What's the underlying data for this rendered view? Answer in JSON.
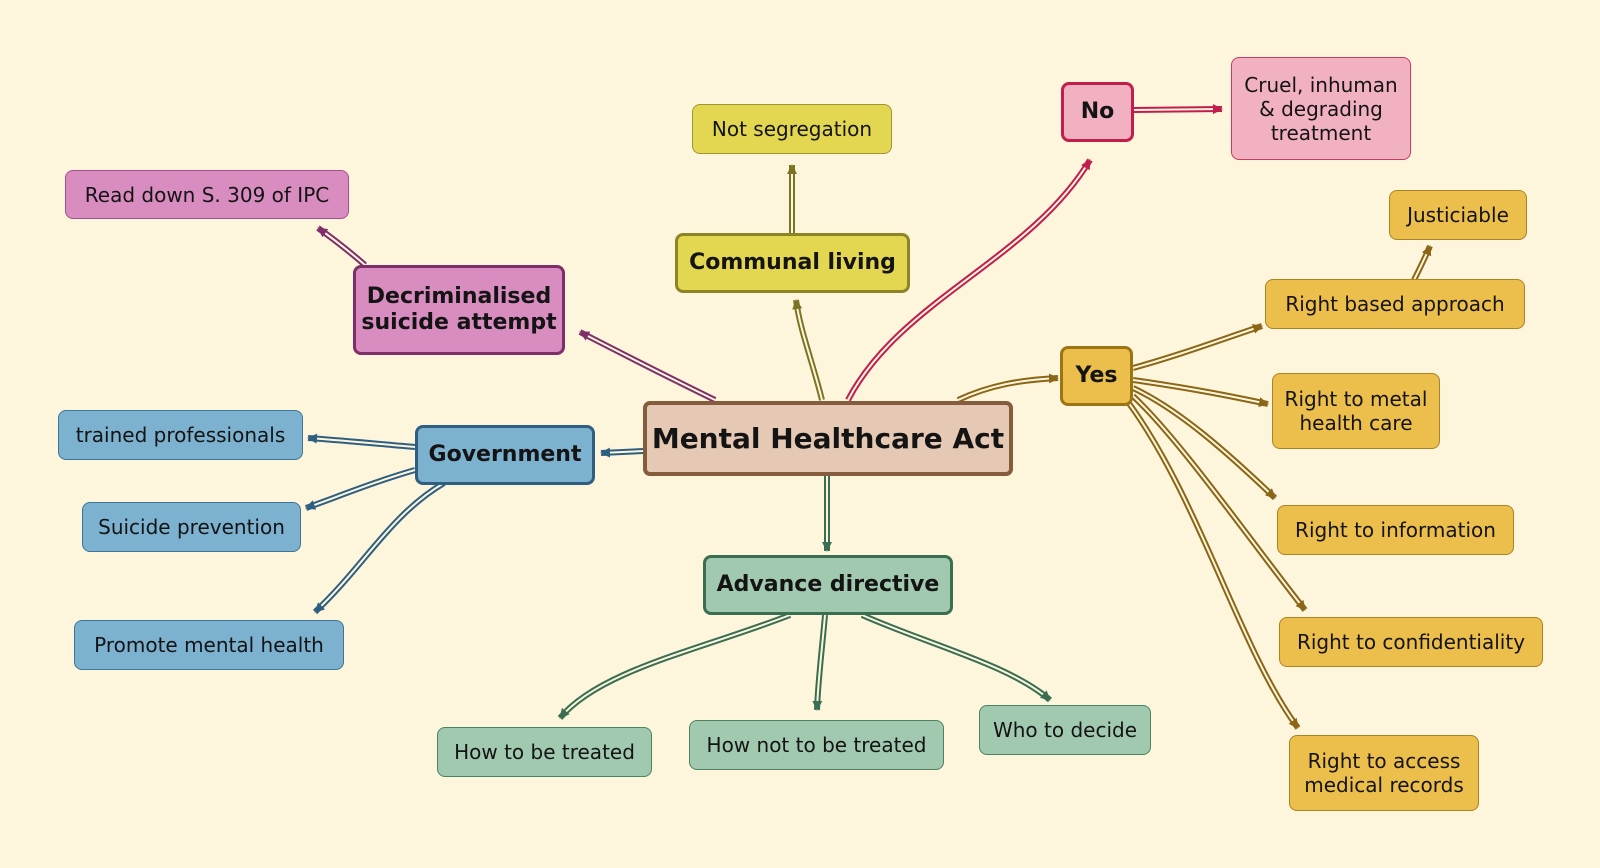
{
  "root": "Mental Healthcare Act",
  "decriminalised": "Decriminalised\nsuicide attempt",
  "read_down": "Read down S. 309 of IPC",
  "communal": "Communal living",
  "not_segregation": "Not segregation",
  "no": "No",
  "cruel": "Cruel, inhuman\n& degrading\ntreatment",
  "yes": "Yes",
  "justiciable": "Justiciable",
  "rights_approach": "Right based approach",
  "right_metal": "Right to metal\nhealth care",
  "right_info": "Right to information",
  "right_conf": "Right to confidentiality",
  "right_records": "Right to access\nmedical records",
  "government": "Government",
  "trained": "trained professionals",
  "suicide_prev": "Suicide prevention",
  "promote": "Promote mental health",
  "advance": "Advance directive",
  "how_treated": "How to be treated",
  "how_not": "How not to be treated",
  "who_decide": "Who to decide",
  "colors": {
    "background": "#fdf6dc",
    "pink": "#7e2e68",
    "yellow": "#7a7424",
    "red": "#c11d4d",
    "gold": "#8a6616",
    "blue": "#2f5f80",
    "green": "#3a6e52"
  }
}
